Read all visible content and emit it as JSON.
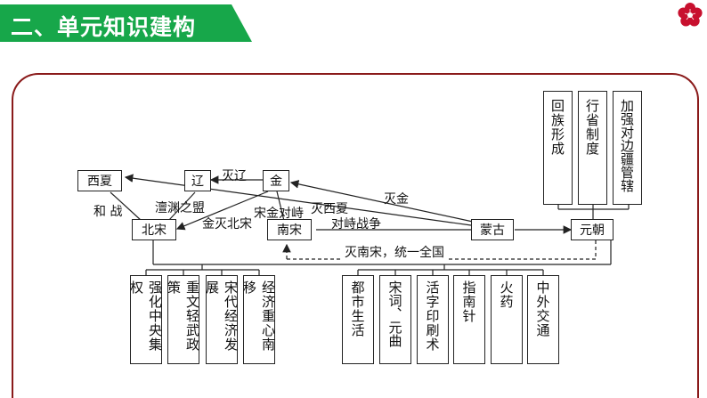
{
  "header": {
    "title": "二、单元知识建构"
  },
  "nodes": {
    "xixia": "西夏",
    "liao": "辽",
    "jin": "金",
    "beisong": "北宋",
    "nansong": "南宋",
    "menggu": "蒙古",
    "yuanchao": "元朝"
  },
  "yuan_items": [
    "回族形成",
    "行省制度",
    "加强对边疆管辖"
  ],
  "beisong_items": [
    "强化中央集权",
    "重文轻武政策",
    "宋代经济发展",
    "经济重心南移"
  ],
  "nansong_items": [
    "都市生活",
    "宋词、元曲",
    "活字印刷术",
    "指南针",
    "火药",
    "中外交通"
  ],
  "edge_labels": {
    "he_zhan": "和 战",
    "chanyuan": "澶渊之盟",
    "mie_liao": "灭辽",
    "jin_mie_beisong": "金灭北宋",
    "songjin_duizhi": "宋金对峙",
    "mie_xixia": "灭西夏",
    "mie_jin": "灭金",
    "duizhi_zhanzheng": "对峙战争",
    "mie_nansong": "灭南宋，统一全国"
  }
}
